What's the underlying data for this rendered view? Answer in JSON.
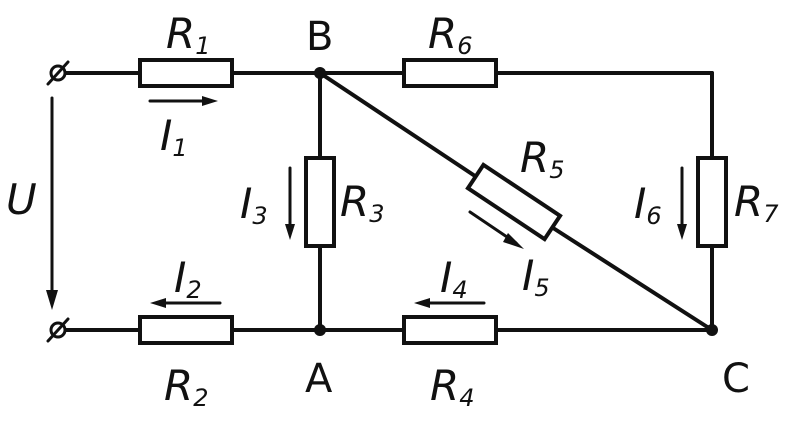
{
  "nodes": {
    "A": "A",
    "B": "B",
    "C": "C"
  },
  "source": {
    "label": "U"
  },
  "resistors": [
    {
      "id": "R1",
      "letter": "R",
      "sub": "1"
    },
    {
      "id": "R2",
      "letter": "R",
      "sub": "2"
    },
    {
      "id": "R3",
      "letter": "R",
      "sub": "3"
    },
    {
      "id": "R4",
      "letter": "R",
      "sub": "4"
    },
    {
      "id": "R5",
      "letter": "R",
      "sub": "5"
    },
    {
      "id": "R6",
      "letter": "R",
      "sub": "6"
    },
    {
      "id": "R7",
      "letter": "R",
      "sub": "7"
    }
  ],
  "currents": [
    {
      "id": "I1",
      "letter": "I",
      "sub": "1"
    },
    {
      "id": "I2",
      "letter": "I",
      "sub": "2"
    },
    {
      "id": "I3",
      "letter": "I",
      "sub": "3"
    },
    {
      "id": "I4",
      "letter": "I",
      "sub": "4"
    },
    {
      "id": "I5",
      "letter": "I",
      "sub": "5"
    },
    {
      "id": "I6",
      "letter": "I",
      "sub": "6"
    }
  ]
}
